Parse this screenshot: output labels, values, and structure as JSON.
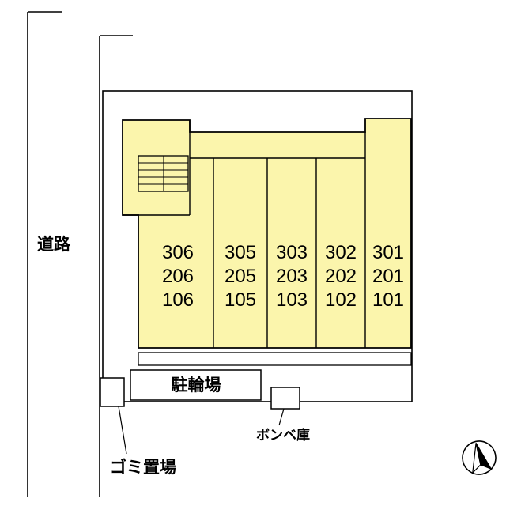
{
  "title": "site-plan",
  "labels": {
    "road": "道路",
    "bicycle_parking": "駐輪場",
    "garbage_area": "ゴミ置場",
    "gas_cylinder_storage": "ボンベ庫"
  },
  "building": {
    "room_columns": [
      [
        "306",
        "206",
        "106"
      ],
      [
        "305",
        "205",
        "105"
      ],
      [
        "303",
        "203",
        "103"
      ],
      [
        "302",
        "202",
        "102"
      ],
      [
        "301",
        "201",
        "101"
      ]
    ]
  },
  "colors": {
    "building_fill": "#FBF5AC",
    "line": "#000000",
    "background": "#FFFFFF"
  }
}
